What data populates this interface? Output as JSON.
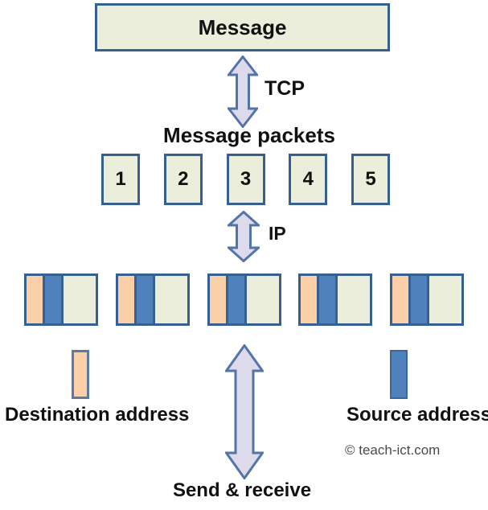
{
  "message_box": {
    "label": "Message"
  },
  "tcp_label": "TCP",
  "ip_label": "IP",
  "message_packets_label": "Message packets",
  "packet_numbers": [
    "1",
    "2",
    "3",
    "4",
    "5"
  ],
  "legend": {
    "destination_label": "Destination address",
    "source_label": "Source address"
  },
  "send_receive_label": "Send & receive",
  "copyright": "© teach-ict.com",
  "colors": {
    "box_fill": "#eaeeda",
    "box_border": "#376092",
    "dest_peach": "#fbd0a9",
    "source_blue": "#4f81bd",
    "arrow_fill": "#dcdaeb",
    "arrow_border": "#5374a9",
    "swatch_border": "#5b7aa6",
    "src_swatch_border": "#3f669a",
    "text": "#111111",
    "copyright_gray": "#4a4a4a"
  }
}
